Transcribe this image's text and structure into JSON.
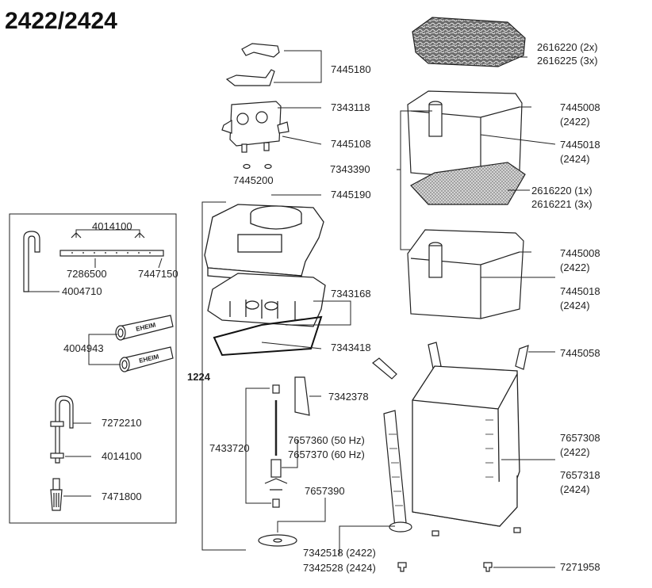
{
  "title": "2422/2424",
  "model_number": "1224",
  "parts": {
    "p7445180": "7445180",
    "p7343118": "7343118",
    "p7445108": "7445108",
    "p7445200": "7445200",
    "p7445190": "7445190",
    "p7343168": "7343168",
    "p7343418": "7343418",
    "p2616220_2x": "2616220 (2x)",
    "p2616225_3x": "2616225 (3x)",
    "p7445008_a": "7445008",
    "p2422_a": "(2422)",
    "p7445018_a": "7445018",
    "p2424_a": "(2424)",
    "p7343390": "7343390",
    "p2616220_1x": "2616220 (1x)",
    "p2616221_3x": "2616221 (3x)",
    "p7445008_b": "7445008",
    "p2422_b": "(2422)",
    "p7445018_b": "7445018",
    "p2424_b": "(2424)",
    "p7445058": "7445058",
    "p4014100_top": "4014100",
    "p7286500": "7286500",
    "p7447150": "7447150",
    "p4004710": "4004710",
    "p4004943": "4004943",
    "p7272210": "7272210",
    "p4014100_b": "4014100",
    "p7471800": "7471800",
    "p7342378": "7342378",
    "p7433720": "7433720",
    "p7657360": "7657360 (50 Hz)",
    "p7657370": "7657370 (60 Hz)",
    "p7657390": "7657390",
    "p7342518": "7342518 (2422)",
    "p7342528": "7342528 (2424)",
    "p7657308": "7657308",
    "p2422_c": "(2422)",
    "p7657318": "7657318",
    "p2424_c": "(2424)",
    "p7271958": "7271958"
  },
  "hose_brand": "EHEIM"
}
